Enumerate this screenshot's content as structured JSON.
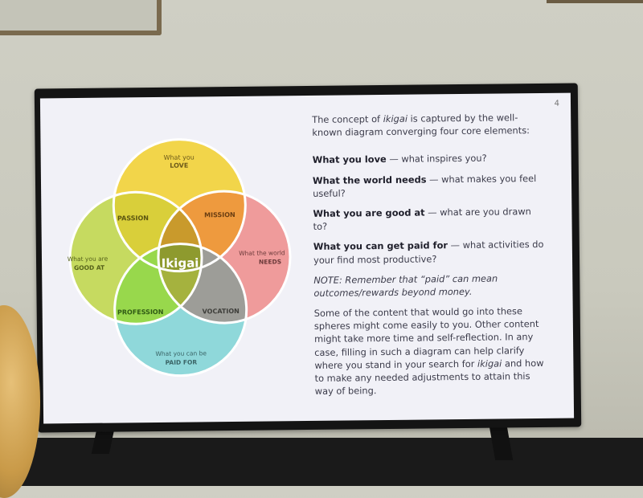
{
  "slide": {
    "page_number": "4",
    "diagram": {
      "circles": [
        {
          "name": "love",
          "line1": "What you",
          "line2": "LOVE",
          "color": "#f2d54a"
        },
        {
          "name": "needs",
          "line1": "What the world",
          "line2": "NEEDS",
          "color": "#ef9b9b"
        },
        {
          "name": "paid",
          "line1": "What you can be",
          "line2": "PAID FOR",
          "color": "#8fd8da"
        },
        {
          "name": "good",
          "line1": "What you are",
          "line2": "GOOD AT",
          "color": "#c6da60"
        }
      ],
      "overlaps": {
        "passion": "PASSION",
        "mission": "MISSION",
        "profession": "PROFESSION",
        "vocation": "VOCATION"
      },
      "center": "Ikigai"
    },
    "intro_before": "The concept of ",
    "intro_em": "ikigai",
    "intro_after": " is captured by the well-known diagram converging four core elements:",
    "questions": [
      {
        "bold": "What you love",
        "rest": " — what inspires you?"
      },
      {
        "bold": "What the world needs",
        "rest": " — what makes you feel useful?"
      },
      {
        "bold": "What you are good at",
        "rest": " — what are you drawn to?"
      },
      {
        "bold": "What you can get paid for",
        "rest": " — what activities do your find most productive?"
      }
    ],
    "note": "NOTE:  Remember that “paid” can mean outcomes/rewards beyond money.",
    "body_before": "Some of the content that would go into these spheres might come easily to you. Other content might take more time and self-reflection. In any case, filling in such a diagram can help clarify where you stand in your search for ",
    "body_em": "ikigai",
    "body_after": " and how to make any needed adjustments to attain this way of being."
  }
}
